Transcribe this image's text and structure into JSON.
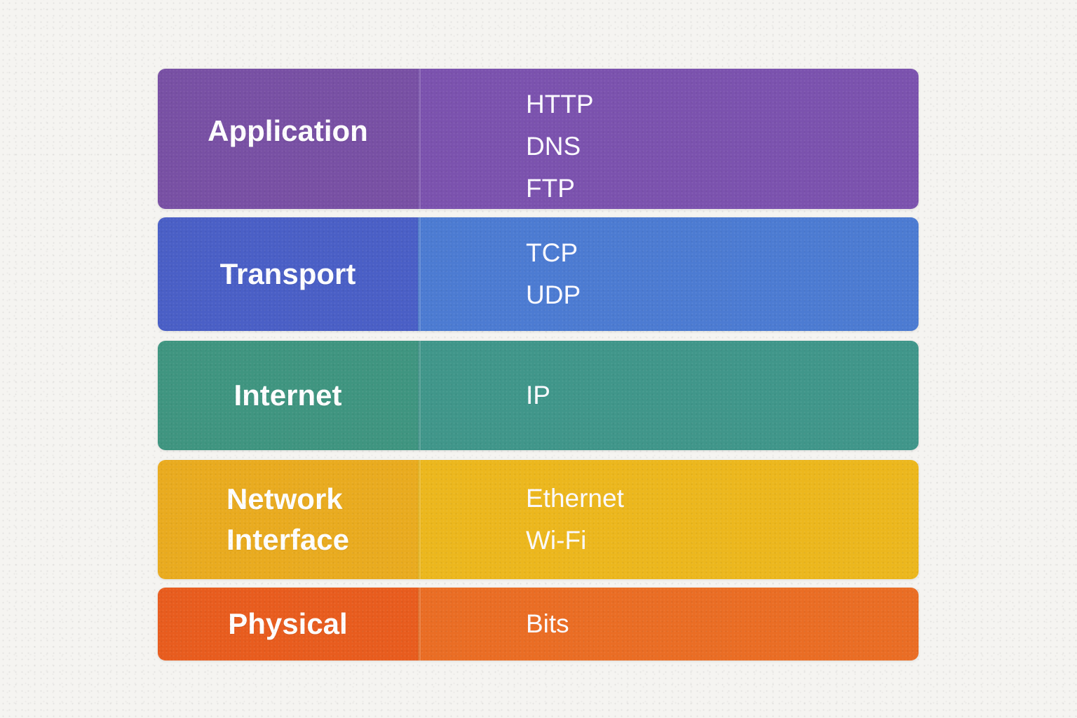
{
  "background_color": "#f5f4f1",
  "text_color": "#ffffff",
  "layers": [
    {
      "name": "Application",
      "protocols": [
        "HTTP",
        "DNS",
        "FTP"
      ],
      "colors": {
        "left": "#7850a4",
        "right": "#7b52ae"
      }
    },
    {
      "name": "Transport",
      "protocols": [
        "TCP",
        "UDP"
      ],
      "colors": {
        "left": "#4a5fc6",
        "right": "#4c7bd2"
      }
    },
    {
      "name": "Internet",
      "protocols": [
        "IP"
      ],
      "colors": {
        "left": "#3f9580",
        "right": "#40968a"
      }
    },
    {
      "name": "Network\nInterface",
      "protocols": [
        "Ethernet",
        "Wi-Fi"
      ],
      "colors": {
        "left": "#e9ab1f",
        "right": "#ecb71d"
      }
    },
    {
      "name": "Physical",
      "protocols": [
        "Bits"
      ],
      "colors": {
        "left": "#e85c1e",
        "right": "#ea6d24"
      }
    }
  ]
}
